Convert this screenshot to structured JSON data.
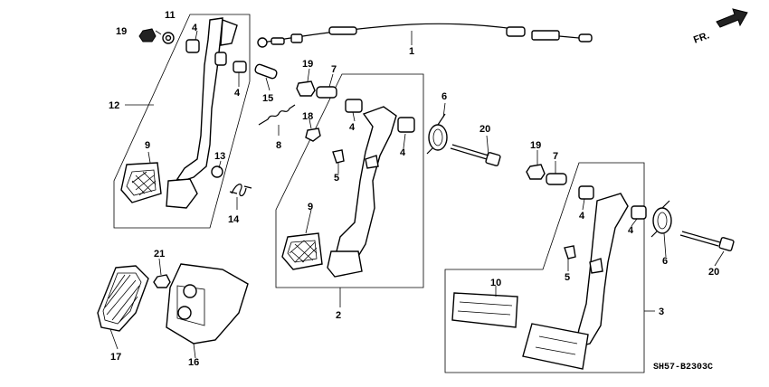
{
  "direction_label": "FR.",
  "diagram_code": "SH57-B2303C",
  "part_labels": [
    "1",
    "2",
    "3",
    "4",
    "4",
    "4",
    "4",
    "4",
    "4",
    "5",
    "5",
    "6",
    "6",
    "7",
    "7",
    "8",
    "9",
    "9",
    "10",
    "11",
    "12",
    "13",
    "14",
    "15",
    "16",
    "17",
    "18",
    "19",
    "19",
    "19",
    "20",
    "20",
    "21"
  ]
}
